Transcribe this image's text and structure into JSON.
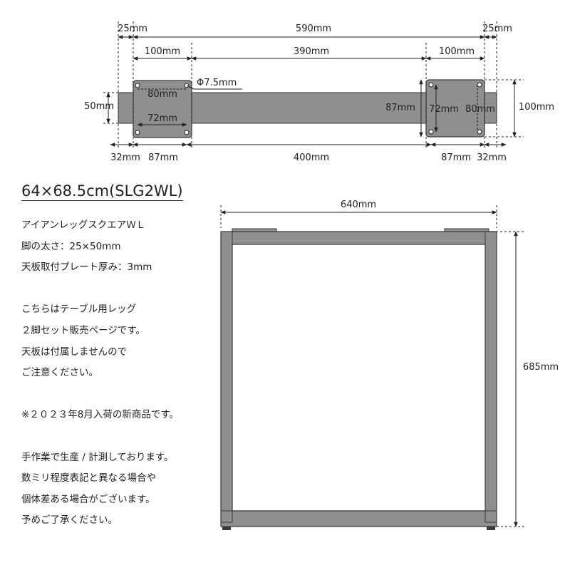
{
  "plan": {
    "top_dims": [
      "25mm",
      "590mm",
      "25mm"
    ],
    "mid_dims": [
      "100mm",
      "390mm",
      "100mm"
    ],
    "bottom_dims": [
      "32mm",
      "87mm",
      "400mm",
      "87mm",
      "32mm"
    ],
    "left_height": "50mm",
    "right_height": "100mm",
    "hole": "Φ7.5mm",
    "left_plate": {
      "width": "80mm",
      "hole_span": "72mm"
    },
    "right_plate": {
      "inner_left": "87mm",
      "hole_span": "72mm",
      "width": "80mm"
    }
  },
  "title": "64×68.5cm(SLG2WL)",
  "description": [
    "アイアンレッグスクエアＷＬ",
    "脚の太さ：25×50mm",
    "天板取付プレート厚み：3mm",
    "",
    "こちらはテーブル用レッグ",
    "２脚セット販売ページです。",
    "天板は付属しませんので",
    "ご注意ください。",
    "",
    "※２０２３年8月入荷の新商品です。",
    "",
    "手作業で生産 / 計測しております。",
    "数ミリ程度表記と異なる場合や",
    "個体差ある場合がございます。",
    "予めご了承ください。"
  ],
  "frame": {
    "width_label": "640mm",
    "height_label": "685mm"
  },
  "colors": {
    "metal": "#8f8f8f",
    "metal_stroke": "#3a3a3a",
    "dim_line": "#222222"
  }
}
